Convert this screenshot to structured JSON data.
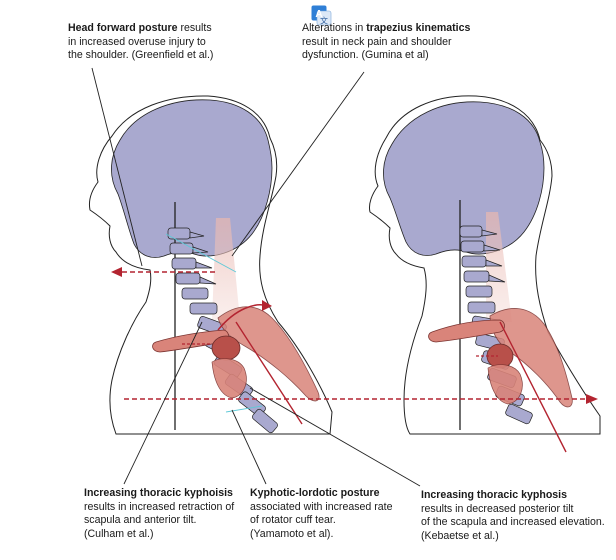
{
  "toolbar": {
    "translate_icon": "translate-icon",
    "translate_glyph_a": "A",
    "translate_glyph_b": "文"
  },
  "annotations": {
    "head_forward": {
      "bold": "Head forward posture",
      "text": " results",
      "line2": "in increased overuse injury to",
      "line3": "the shoulder. (Greenfield et al.)"
    },
    "trapezius": {
      "pre": "Alterations in ",
      "bold": "trapezius kinematics",
      "line2": "result in neck pain and shoulder",
      "line3": "dysfunction. (Gumina et al)"
    },
    "kyphosis_left": {
      "bold": "Increasing thoracic kyphoisis",
      "line2": "results in increased retraction of",
      "line3": "scapula and anterior tilt.",
      "line4": "(Culham et al.)"
    },
    "kyphotic_lordotic": {
      "bold": "Kyphotic-lordotic posture",
      "line2": "associated with increased rate",
      "line3": "of rotator cuff tear.",
      "line4": "(Yamamoto et al)."
    },
    "kyphosis_right": {
      "bold": "Increasing thoracic kyphosis",
      "line2": "results in decreased posterior tilt",
      "line3": "of the scapula and increased elevation.",
      "line4": "(Kebaetse et al.)"
    }
  },
  "colors": {
    "skull": "#a9a9cf",
    "vertebra": "#a9a9cf",
    "muscle": "#d9847a",
    "muscle_dark": "#a6403a",
    "arrow": "#b32430",
    "outline": "#222222"
  }
}
